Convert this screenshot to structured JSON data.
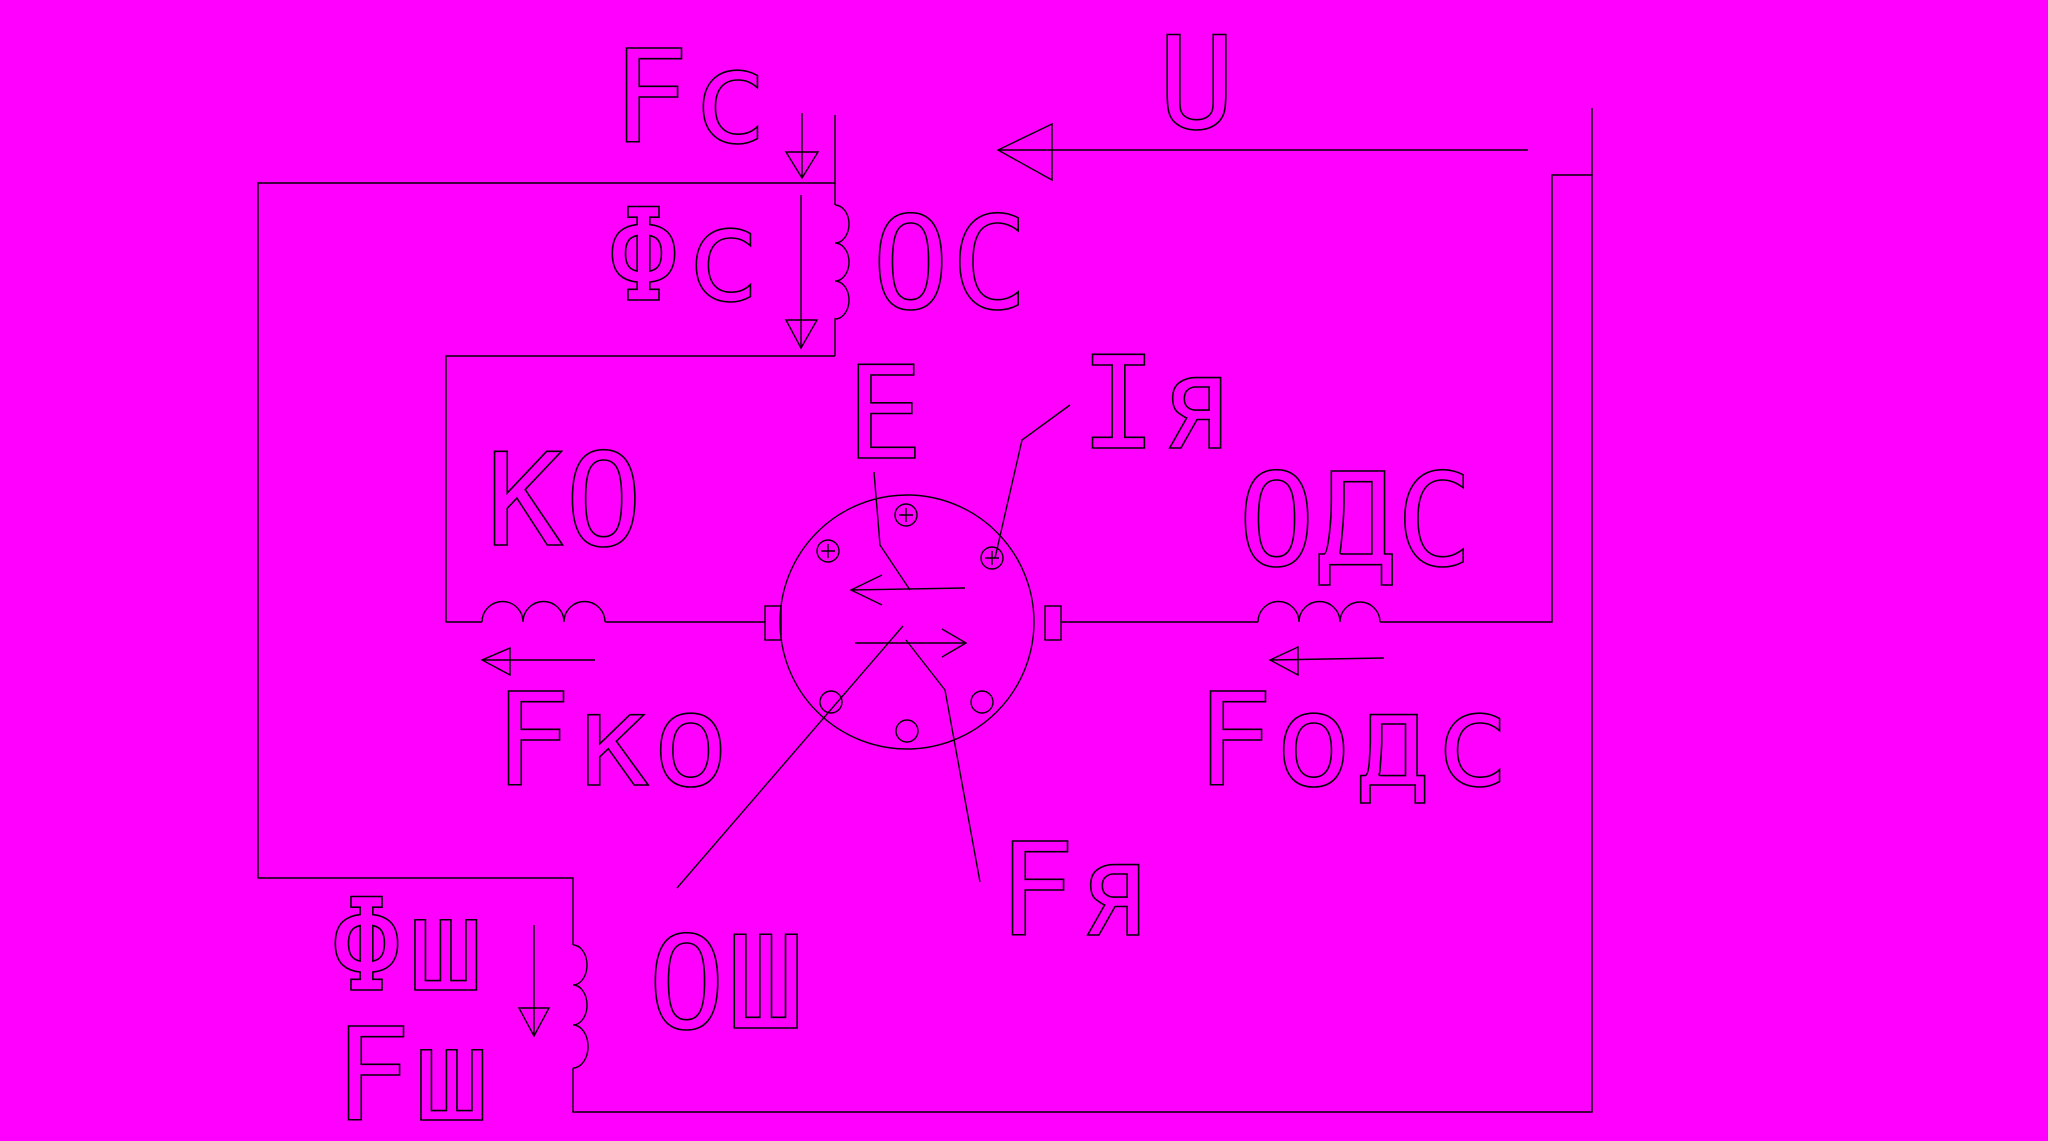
{
  "diagram": {
    "background": "#ff00ff",
    "line_color": "#000000",
    "labels": {
      "fc": "Fc",
      "u": "U",
      "phi_c": "Φc",
      "os": "ОС",
      "e": "E",
      "i_ya": "Iя",
      "ko": "КО",
      "ods": "ОДС",
      "f_ko": "Fко",
      "f_ods": "Fодс",
      "f_ya": "Fя",
      "phi_sh": "Φш",
      "osh": "ОШ",
      "f_sh": "Fш"
    }
  }
}
